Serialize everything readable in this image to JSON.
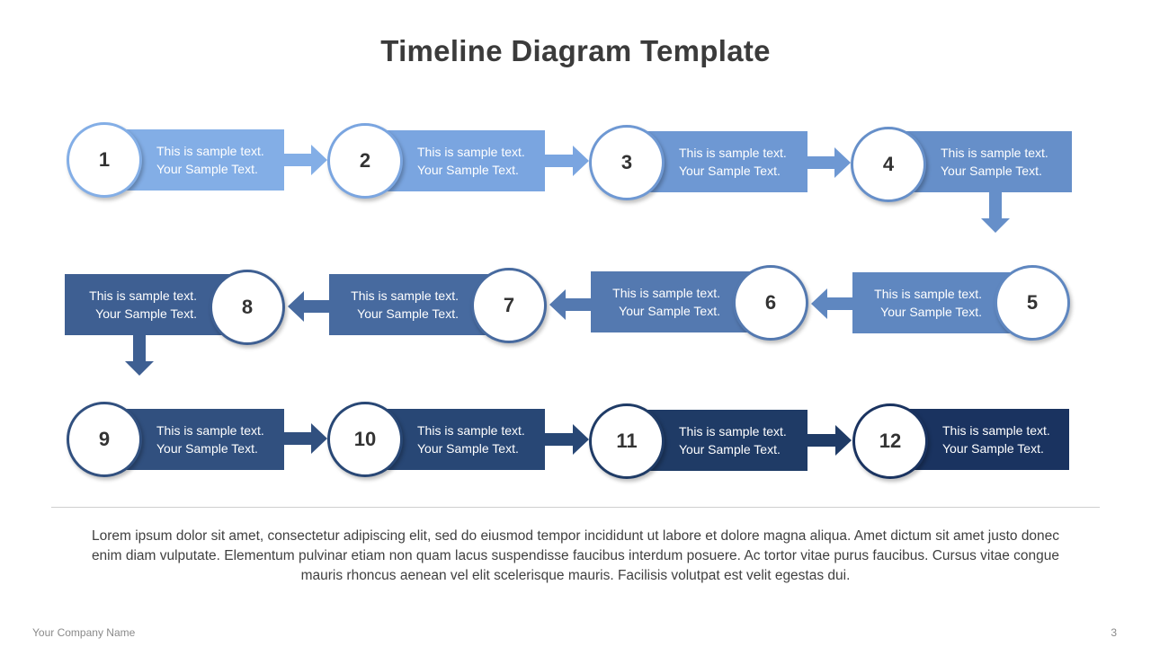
{
  "title": "Timeline Diagram Template",
  "steps": [
    {
      "num": "1",
      "line1": "This is sample text.",
      "line2": "Your Sample Text.",
      "color": "#83aee6"
    },
    {
      "num": "2",
      "line1": "This is sample text.",
      "line2": "Your Sample Text.",
      "color": "#7aa5e0"
    },
    {
      "num": "3",
      "line1": "This is sample text.",
      "line2": "Your Sample Text.",
      "color": "#6e98d3"
    },
    {
      "num": "4",
      "line1": "This is sample text.",
      "line2": "Your Sample Text.",
      "color": "#668fc9"
    },
    {
      "num": "5",
      "line1": "This is sample text.",
      "line2": "Your Sample Text.",
      "color": "#5f87c0"
    },
    {
      "num": "6",
      "line1": "This is sample text.",
      "line2": "Your Sample Text.",
      "color": "#5479b0"
    },
    {
      "num": "7",
      "line1": "This is sample text.",
      "line2": "Your Sample Text.",
      "color": "#476a9f"
    },
    {
      "num": "8",
      "line1": "This is sample text.",
      "line2": "Your Sample Text.",
      "color": "#3e5f92"
    },
    {
      "num": "9",
      "line1": "This is sample text.",
      "line2": "Your Sample Text.",
      "color": "#31507f"
    },
    {
      "num": "10",
      "line1": "This is sample text.",
      "line2": "Your Sample Text.",
      "color": "#284775"
    },
    {
      "num": "11",
      "line1": "This is sample text.",
      "line2": "Your Sample Text.",
      "color": "#1f3b66"
    },
    {
      "num": "12",
      "line1": "This is sample text.",
      "line2": "Your Sample Text.",
      "color": "#1a3360"
    }
  ],
  "body_text": "Lorem ipsum dolor sit amet, consectetur adipiscing elit, sed do eiusmod tempor incididunt ut labore et dolore magna aliqua. Amet dictum sit amet justo donec enim diam vulputate. Elementum pulvinar etiam non quam lacus suspendisse faucibus interdum posuere. Ac tortor vitae purus faucibus. Cursus vitae congue mauris rhoncus aenean vel elit scelerisque mauris. Facilisis volutpat est velit egestas dui.",
  "footer": {
    "company": "Your Company  Name",
    "page": "3"
  }
}
